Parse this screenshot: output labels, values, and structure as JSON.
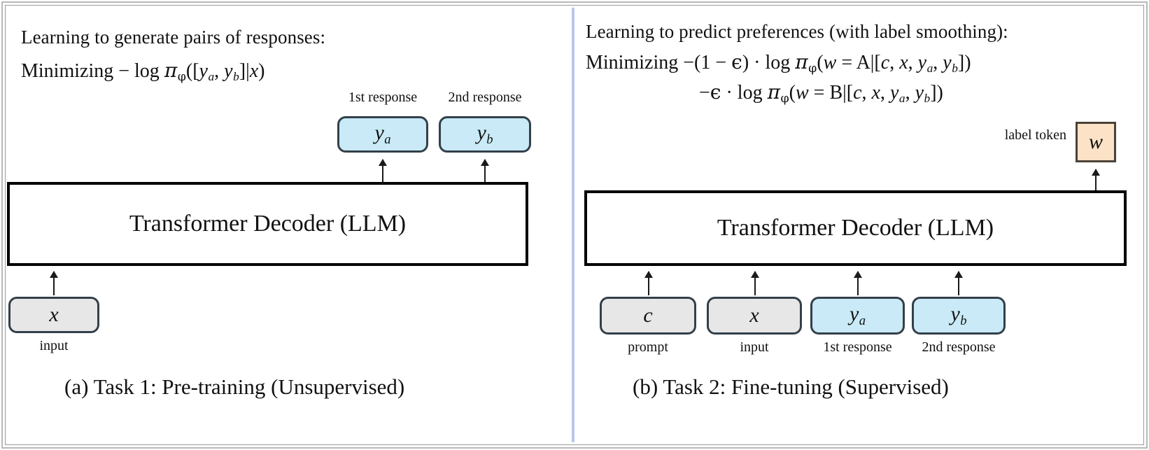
{
  "figure": {
    "divider_color": "#b9c7e8",
    "frame_color": "#b8b8b8"
  },
  "colors": {
    "response_box": "#c9eaf6",
    "input_box": "#e7e7e7",
    "label_token_box": "#fce2c6",
    "box_border": "#33404a",
    "decoder_border": "#000000"
  },
  "panels": [
    {
      "id": "task1",
      "headline": "Learning to generate pairs of responses:",
      "equation_lines": [
        "Minimizing − log πϕ([ya, yb]|x)"
      ],
      "caption": "(a) Task 1: Pre-training (Unsupervised)",
      "decoder_label": "Transformer Decoder (LLM)",
      "outputs": [
        {
          "token": "ya",
          "label": "1st response",
          "style": "blue"
        },
        {
          "token": "yb",
          "label": "2nd response",
          "style": "blue"
        }
      ],
      "inputs": [
        {
          "token": "x",
          "label": "input",
          "style": "gray"
        }
      ]
    },
    {
      "id": "task2",
      "headline": "Learning to predict preferences (with label smoothing):",
      "equation_lines": [
        "Minimizing −(1 − ϵ) · log πϕ(w = A|[c, x, ya, yb])",
        "−ϵ · log πϕ(w = B|[c, x, ya, yb])"
      ],
      "caption": "(b) Task 2: Fine-tuning (Supervised)",
      "decoder_label": "Transformer Decoder (LLM)",
      "outputs": [
        {
          "token": "w",
          "label": "label token",
          "style": "peach"
        }
      ],
      "inputs": [
        {
          "token": "c",
          "label": "prompt",
          "style": "gray"
        },
        {
          "token": "x",
          "label": "input",
          "style": "gray"
        },
        {
          "token": "ya",
          "label": "1st response",
          "style": "blue"
        },
        {
          "token": "yb",
          "label": "2nd response",
          "style": "blue"
        }
      ]
    }
  ]
}
